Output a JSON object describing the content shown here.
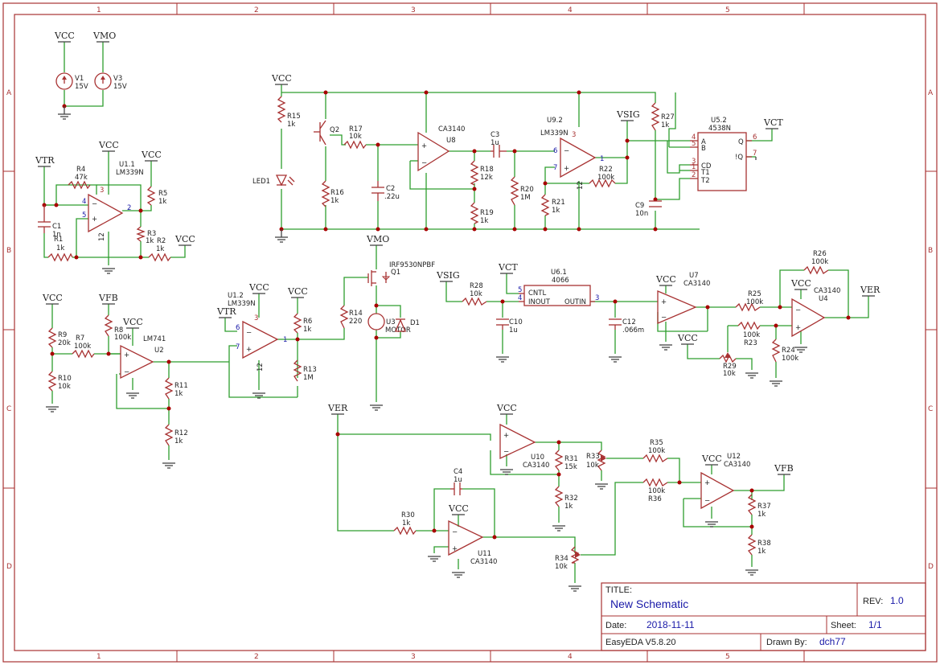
{
  "title_block": {
    "title_label": "TITLE:",
    "title": "New Schematic",
    "rev_label": "REV:",
    "rev": "1.0",
    "date_label": "Date:",
    "date": "2018-11-11",
    "sheet_label": "Sheet:",
    "sheet": "1/1",
    "tool": "EasyEDA V5.8.20",
    "drawn_label": "Drawn By:",
    "drawn_by": "dch77"
  },
  "zones": {
    "columns": [
      "1",
      "2",
      "3",
      "4",
      "5"
    ],
    "rows": [
      "A",
      "B",
      "C",
      "D"
    ]
  },
  "nets": {
    "vcc": "VCC",
    "vmo": "VMO",
    "vtr": "VTR",
    "vfb": "VFB",
    "vsig": "VSIG",
    "vct": "VCT",
    "ver": "VER"
  },
  "parts": {
    "v1": {
      "ref": "V1",
      "val": "15V"
    },
    "v3": {
      "ref": "V3",
      "val": "15V"
    },
    "r1": {
      "ref": "R1",
      "val": "1k"
    },
    "r2": {
      "ref": "R2",
      "val": "1k"
    },
    "r3": {
      "ref": "R3",
      "val": "1k"
    },
    "r4": {
      "ref": "R4",
      "val": "47k"
    },
    "r5": {
      "ref": "R5",
      "val": "1k"
    },
    "r6": {
      "ref": "R6",
      "val": "1k"
    },
    "r7": {
      "ref": "R7",
      "val": "100k"
    },
    "r8": {
      "ref": "R8",
      "val": "100k"
    },
    "r9": {
      "ref": "R9",
      "val": "20k"
    },
    "r10": {
      "ref": "R10",
      "val": "10k"
    },
    "r11": {
      "ref": "R11",
      "val": "1k"
    },
    "r12": {
      "ref": "R12",
      "val": "1k"
    },
    "r13": {
      "ref": "R13",
      "val": "1M"
    },
    "r14": {
      "ref": "R14",
      "val": "220"
    },
    "r15": {
      "ref": "R15",
      "val": "1k"
    },
    "r16": {
      "ref": "R16",
      "val": "1k"
    },
    "r17": {
      "ref": "R17",
      "val": "10k"
    },
    "r18": {
      "ref": "R18",
      "val": "12k"
    },
    "r19": {
      "ref": "R19",
      "val": "1k"
    },
    "r20": {
      "ref": "R20",
      "val": "1M"
    },
    "r21": {
      "ref": "R21",
      "val": "1k"
    },
    "r22": {
      "ref": "R22",
      "val": "100k"
    },
    "r23": {
      "ref": "R23",
      "val": "100k"
    },
    "r24": {
      "ref": "R24",
      "val": "100k"
    },
    "r25": {
      "ref": "R25",
      "val": "100k"
    },
    "r26": {
      "ref": "R26",
      "val": "100k"
    },
    "r27": {
      "ref": "R27",
      "val": "1k"
    },
    "r28": {
      "ref": "R28",
      "val": "10k"
    },
    "r29": {
      "ref": "R29",
      "val": "10k"
    },
    "r30": {
      "ref": "R30",
      "val": "1k"
    },
    "r31": {
      "ref": "R31",
      "val": "15k"
    },
    "r32": {
      "ref": "R32",
      "val": "1k"
    },
    "r33": {
      "ref": "R33",
      "val": "10k"
    },
    "r34": {
      "ref": "R34",
      "val": "10k"
    },
    "r35": {
      "ref": "R35",
      "val": "100k"
    },
    "r36": {
      "ref": "R36",
      "val": "100k"
    },
    "r37": {
      "ref": "R37",
      "val": "1k"
    },
    "r38": {
      "ref": "R38",
      "val": "1k"
    },
    "c1": {
      "ref": "C1",
      "val": "1n"
    },
    "c2": {
      "ref": "C2",
      "val": ".22u"
    },
    "c3": {
      "ref": "C3",
      "val": "1u"
    },
    "c4": {
      "ref": "C4",
      "val": "1u"
    },
    "c9": {
      "ref": "C9",
      "val": "10n"
    },
    "c10": {
      "ref": "C10",
      "val": "1u"
    },
    "c12": {
      "ref": "C12",
      "val": ".066m"
    },
    "u1_1": {
      "ref": "U1.1",
      "val": "LM339N"
    },
    "u1_2": {
      "ref": "U1.2",
      "val": "LM339N"
    },
    "u9_2": {
      "ref": "U9.2",
      "val": "LM339N"
    },
    "u2": {
      "ref": "U2",
      "val": "LM741"
    },
    "u8": {
      "ref": "U8",
      "val": "CA3140"
    },
    "u7": {
      "ref": "U7",
      "val": "CA3140"
    },
    "u4": {
      "ref": "U4",
      "val": "CA3140"
    },
    "u10": {
      "ref": "U10",
      "val": "CA3140"
    },
    "u11": {
      "ref": "U11",
      "val": "CA3140"
    },
    "u12": {
      "ref": "U12",
      "val": "CA3140"
    },
    "u3": {
      "ref": "U3",
      "val": "MOTOR"
    },
    "u5_2": {
      "ref": "U5.2",
      "val": "4538N"
    },
    "u6_1": {
      "ref": "U6.1",
      "val": "4066"
    },
    "q1": {
      "ref": "Q1",
      "val": "IRF9530NPBF"
    },
    "q2": {
      "ref": "Q2"
    },
    "d1": {
      "ref": "D1"
    },
    "led1": {
      "ref": "LED1"
    }
  },
  "pins": {
    "minus": "−",
    "plus": "+",
    "p1": "1",
    "p2": "2",
    "p3": "3",
    "p4": "4",
    "p5": "5",
    "p6": "6",
    "p7": "7",
    "p12": "12",
    "u6_cntl": "CNTL",
    "u6_inout": "INOUT",
    "u6_outin": "OUTIN",
    "u5_a": "A",
    "u5_b": "B",
    "u5_cd": "CD",
    "u5_t1": "T1",
    "u5_t2": "T2",
    "u5_q": "Q",
    "u5_nq": "!Q"
  }
}
